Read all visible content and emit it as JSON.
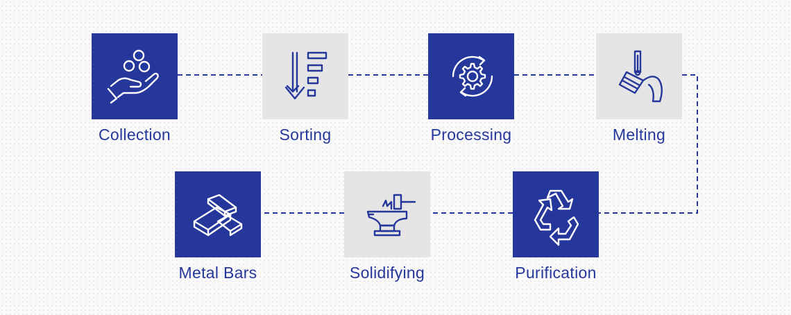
{
  "colors": {
    "accent": "#25379a",
    "tile_light": "#e5e5e5",
    "icon_light": "#ffffff"
  },
  "steps": [
    {
      "label": "Collection",
      "icon": "hand-coins-icon",
      "tile": "dark"
    },
    {
      "label": "Sorting",
      "icon": "sort-descending-icon",
      "tile": "light"
    },
    {
      "label": "Processing",
      "icon": "gear-cycle-icon",
      "tile": "dark"
    },
    {
      "label": "Melting",
      "icon": "ladle-pour-icon",
      "tile": "light"
    },
    {
      "label": "Purification",
      "icon": "recycle-icon",
      "tile": "dark"
    },
    {
      "label": "Solidifying",
      "icon": "anvil-hammer-icon",
      "tile": "light"
    },
    {
      "label": "Metal Bars",
      "icon": "metal-bars-icon",
      "tile": "dark"
    }
  ]
}
